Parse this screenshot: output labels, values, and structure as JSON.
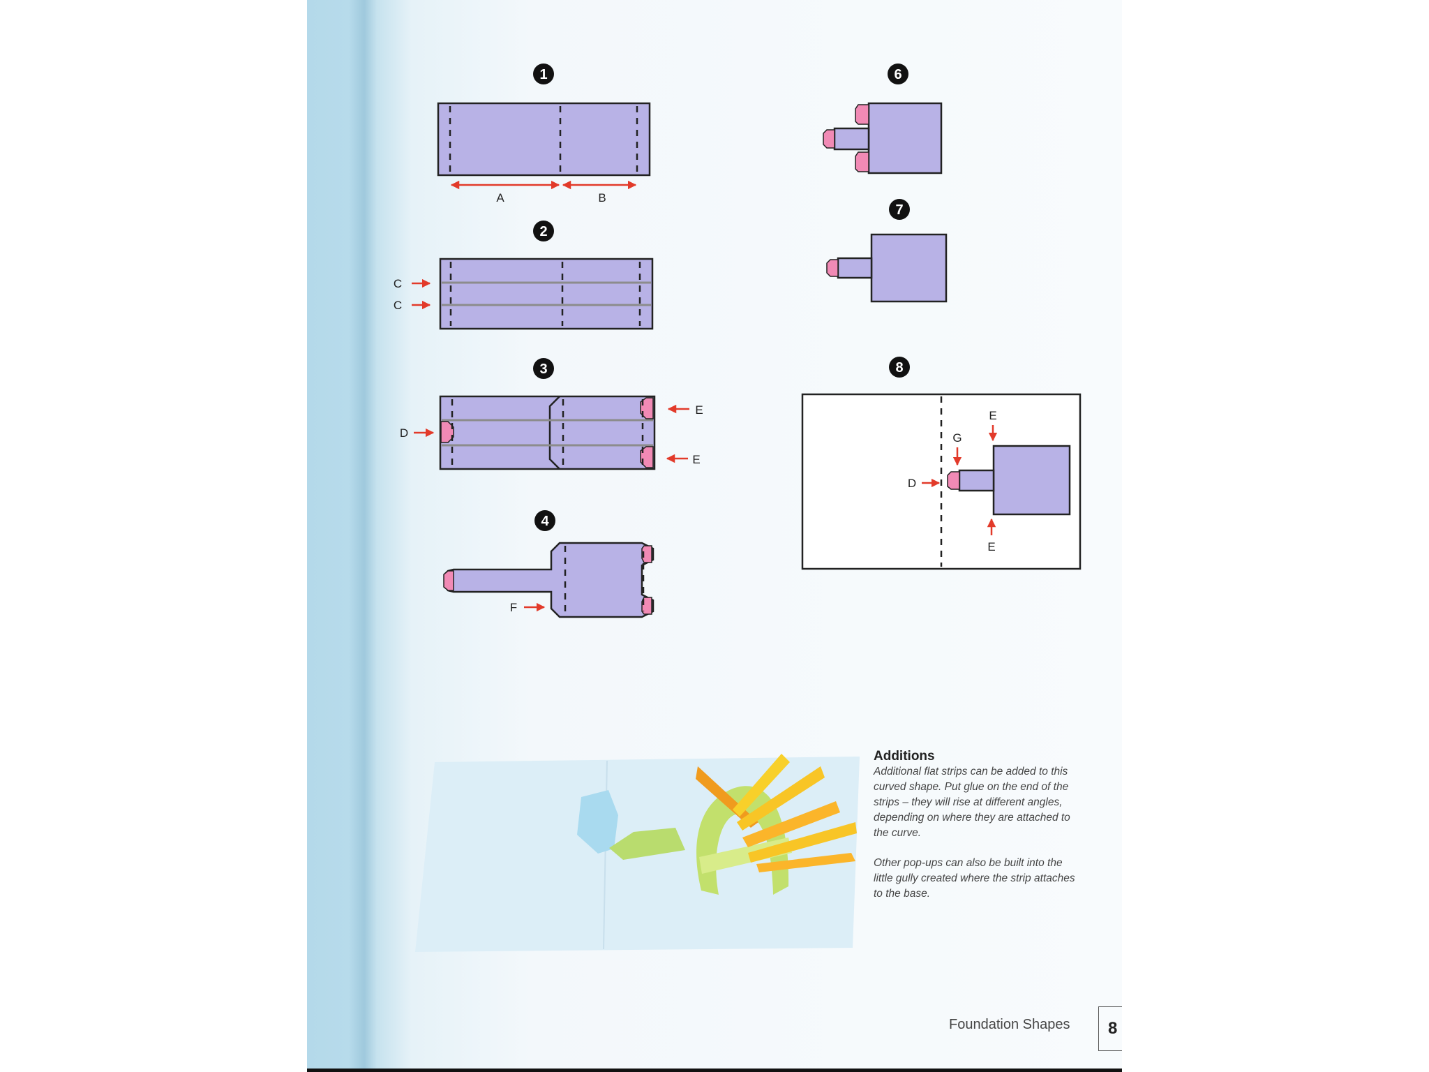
{
  "steps": [
    "1",
    "2",
    "3",
    "4",
    "6",
    "7",
    "8"
  ],
  "labels": {
    "a": "A",
    "b": "B",
    "c1": "C",
    "c2": "C",
    "d3": "D",
    "e3_top": "E",
    "e3_bot": "E",
    "f4": "F",
    "g8": "G",
    "d8": "D",
    "e8_top": "E",
    "e8_bot": "E"
  },
  "additions": {
    "heading": "Additions",
    "para1": "Additional flat strips can be added to this curved shape. Put glue on the end of the strips – they will rise at different angles, depending on where they are attached to the curve.",
    "para2": "Other pop-ups can also be built into the little gully created where the strip attaches to the base."
  },
  "footer": {
    "title": "Foundation Shapes",
    "page_number": "8"
  },
  "colors": {
    "panel": "#b8b2e6",
    "tab": "#f18ab5",
    "arrow": "#e23a2a",
    "outline": "#222222",
    "page": "#b8dbeb"
  }
}
